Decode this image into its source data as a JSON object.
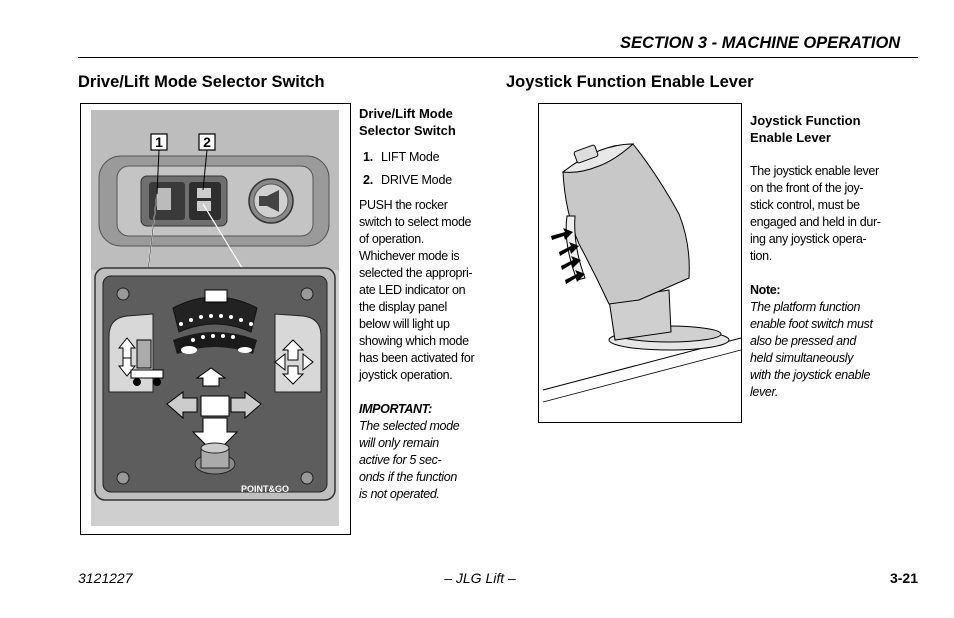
{
  "header": {
    "section_title": "SECTION 3 - MACHINE OPERATION"
  },
  "left": {
    "heading": "Drive/Lift Mode Selector Switch",
    "callouts": [
      "1",
      "2"
    ],
    "panel_brand": "POINT&GO",
    "caption": {
      "title_lines": [
        "Drive/Lift Mode",
        "Selector Switch"
      ],
      "items": [
        {
          "num": "1.",
          "label": "LIFT Mode"
        },
        {
          "num": "2.",
          "label": "DRIVE Mode"
        }
      ],
      "body_lines": [
        "PUSH the rocker",
        "switch to select mode",
        "of operation.",
        "Whichever mode is",
        "selected the appropri-",
        "ate LED indicator on",
        "the display panel",
        "below will light up",
        "showing which mode",
        "has been activated for",
        "joystick operation."
      ],
      "important_label": "IMPORTANT:",
      "important_lines": [
        "The selected mode",
        "will only remain",
        "active for 5 sec-",
        "onds if the function",
        "is not operated."
      ]
    }
  },
  "right": {
    "heading": "Joystick Function Enable Lever",
    "caption": {
      "title_lines": [
        "Joystick Function",
        "Enable Lever"
      ],
      "body_lines": [
        "The joystick enable lever",
        "on the front of the joy-",
        "stick control, must be",
        "engaged and held in dur-",
        "ing any joystick opera-",
        "tion."
      ],
      "note_label": "Note:",
      "note_lines": [
        "The platform function",
        "enable foot switch must",
        "also be pressed and",
        "held simultaneously",
        "with the joystick enable",
        "lever."
      ]
    }
  },
  "footer": {
    "doc_number": "3121227",
    "center": "– JLG Lift –",
    "page": "3-21"
  },
  "colors": {
    "panel_dark": "#5a5a5a",
    "panel_mid": "#8a8a8a",
    "panel_light": "#d6d6d6",
    "enclosure": "#c8c8c8"
  }
}
